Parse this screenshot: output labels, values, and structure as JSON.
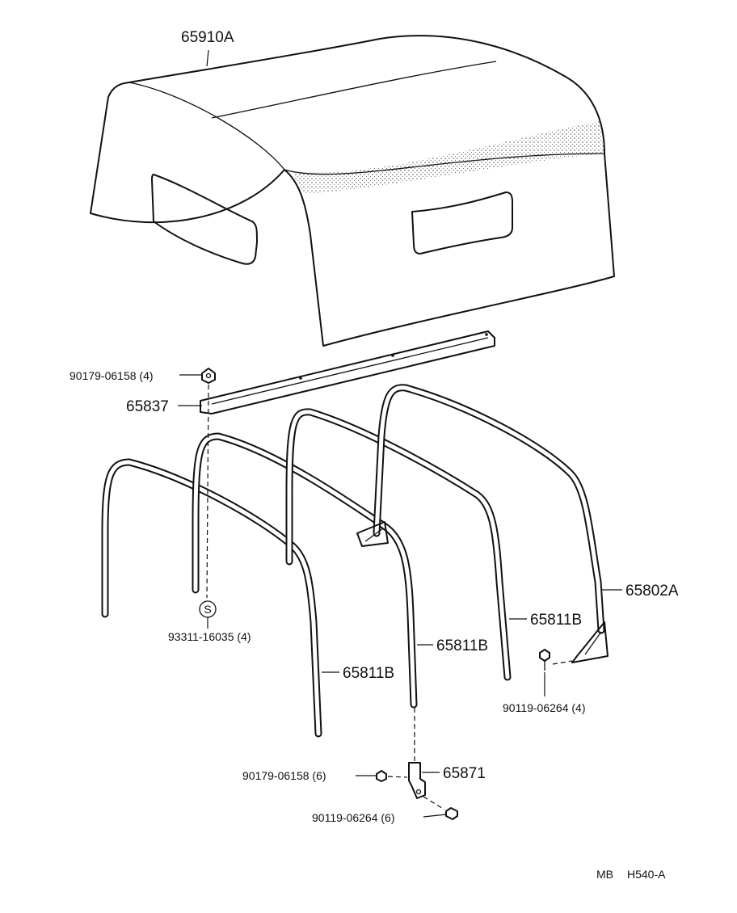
{
  "parts": {
    "canopy": "65910A",
    "rail": "65837",
    "nut_top": "90179-06158 (4)",
    "screw_left": "93311-16035 (4)",
    "bow_front": "65811B",
    "bow_mid": "65811B",
    "bow_rear": "65811B",
    "frame_rear": "65802A",
    "bolt_rear": "90119-06264 (4)",
    "bracket": "65871",
    "nut_bottom": "90179-06158 (6)",
    "bolt_bottom": "90119-06264 (6)"
  },
  "screw_symbol": "S",
  "footer": {
    "code1": "MB",
    "code2": "H540-A"
  }
}
